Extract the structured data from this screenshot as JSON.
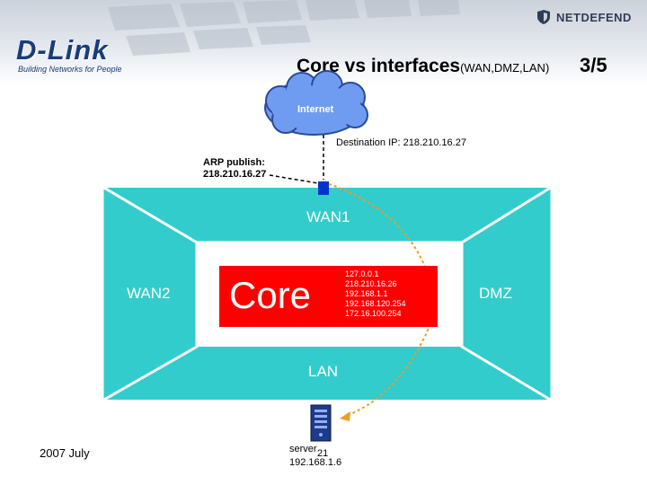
{
  "header": {
    "logo_text": "D-Link",
    "logo_tagline": "Building Networks for People",
    "product_brand": "NETDEFEND",
    "title_main": "Core vs interfaces",
    "title_sub": "(WAN,DMZ,LAN)",
    "title_page": "3/5"
  },
  "diagram": {
    "internet_label": "Internet",
    "destination_label": "Destination IP: 218.210.16.27",
    "arp_publish_title": "ARP publish:",
    "arp_publish_ip": "218.210.16.27",
    "interfaces": {
      "wan1": "WAN1",
      "wan2": "WAN2",
      "dmz": "DMZ",
      "lan": "LAN"
    },
    "core_label": "Core",
    "core_addresses": [
      "127.0.0.1",
      "218.210.16.26",
      "192.168.1.1",
      "192.168.120.254",
      "172.16.100.254"
    ],
    "server_name": "server",
    "server_ip": "192.168.1.6"
  },
  "footer": {
    "date": "2007 July",
    "page_number": "21"
  },
  "colors": {
    "frame": "#33cccc",
    "core": "#ff0000",
    "cloud": "#5d8fe8",
    "link_dashed": "#000000",
    "link_curve": "#e8a020",
    "port": "#0033cc"
  }
}
